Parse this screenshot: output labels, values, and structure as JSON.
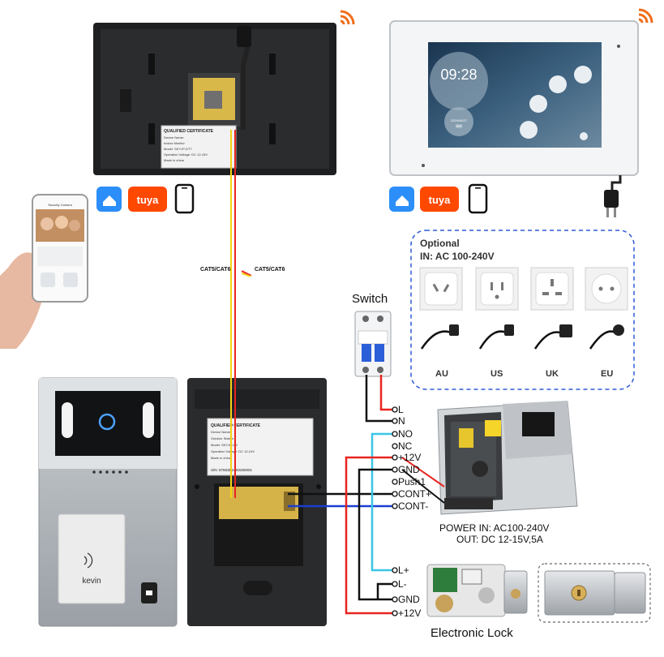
{
  "monitor_black": {
    "certificate_title": "QUALIFIED CERTIFICATE",
    "label_lines": [
      "Device Name:",
      "Indoor Monitor",
      "Model: SKY-IP-DT7",
      "Operation Voltage: DC 12-15V",
      "Made in china"
    ]
  },
  "monitor_white": {
    "clock": "09:28",
    "date": "2024/06/27",
    "weather": "晴朗"
  },
  "cable_labels": [
    "CAT5/CAT6",
    "CAT5/CAT6"
  ],
  "app_icons": [
    "smart-life-app-icon",
    "tuya-app-icon",
    "smartphone-app-icon"
  ],
  "tuya_label": "tuya",
  "phone": {
    "header": "Security Camera"
  },
  "switch_label": "Switch",
  "optional": {
    "title": "Optional",
    "input": "IN: AC 100-240V",
    "regions": [
      "AU",
      "US",
      "UK",
      "EU"
    ]
  },
  "outdoor_station": {
    "card_text": "kevin"
  },
  "outdoor_back": {
    "certificate_title": "QUALIFIED CERTIFICATE",
    "label_lines": [
      "Device Name:",
      "Outdoor Station",
      "Model: SKY-IP-DB",
      "Operation Voltage: DC 12-24V",
      "Made in china"
    ],
    "serial": "S/N: 87553E24S0250001"
  },
  "terminals_power": [
    "L",
    "N"
  ],
  "terminals_door": [
    "NO",
    "NC",
    "+12V",
    "GND",
    "Push1",
    "CONT+",
    "CONT-"
  ],
  "terminals_lock": [
    "L+",
    "L-",
    "GND",
    "+12V"
  ],
  "power_supply": {
    "line1": "POWER  IN: AC100-240V",
    "line2": "OUT: DC 12-15V,5A"
  },
  "lock_label": "Electronic Lock",
  "colors": {
    "red": "#e8251f",
    "black": "#111111",
    "blue": "#1a3fd0",
    "cyan": "#39c6e8",
    "yellow": "#f5d311",
    "wifi_orange": "#f06d1a",
    "dashed_blue": "#2d5bd6"
  }
}
